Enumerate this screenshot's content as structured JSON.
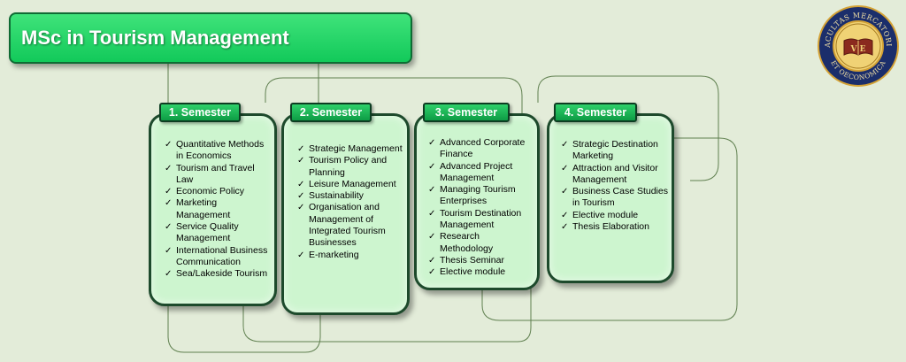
{
  "title": "MSc in Tourism Management",
  "semesters": [
    {
      "label": "1. Semester",
      "items": [
        "Quantitative Methods in Economics",
        "Tourism and Travel Law",
        "Economic Policy",
        "Marketing Management",
        "Service Quality Management",
        "International Business Communication",
        "Sea/Lakeside Tourism"
      ]
    },
    {
      "label": "2. Semester",
      "items": [
        "Strategic Management",
        "Tourism Policy and Planning",
        "Leisure Management",
        "Sustainability",
        "Organisation and Management of Integrated Tourism Businesses",
        "E-marketing"
      ]
    },
    {
      "label": "3. Semester",
      "items": [
        "Advanced Corporate Finance",
        "Advanced Project Management",
        "Managing Tourism Enterprises",
        "Tourism Destination Management",
        "Research Methodology",
        "Thesis Seminar",
        "Elective module"
      ]
    },
    {
      "label": "4. Semester",
      "items": [
        "Strategic Destination Marketing",
        "Attraction and Visitor Management",
        "Business Case Studies in Tourism",
        "Elective module",
        "Thesis Elaboration"
      ]
    }
  ],
  "logo": {
    "top_text": "FACULTAS MERCATORIA",
    "bottom_text": "ET OECONOMICA",
    "center_text": "V E"
  },
  "colors": {
    "background": "#e3ecd9",
    "title_fill": "#12c95a",
    "card_fill": "#cdf5cf",
    "card_border": "#1d4a2c",
    "label_fill": "#0d9c45",
    "connector": "#5f7f4f",
    "logo_navy": "#1b2e6b",
    "logo_gold": "#d4a235"
  }
}
